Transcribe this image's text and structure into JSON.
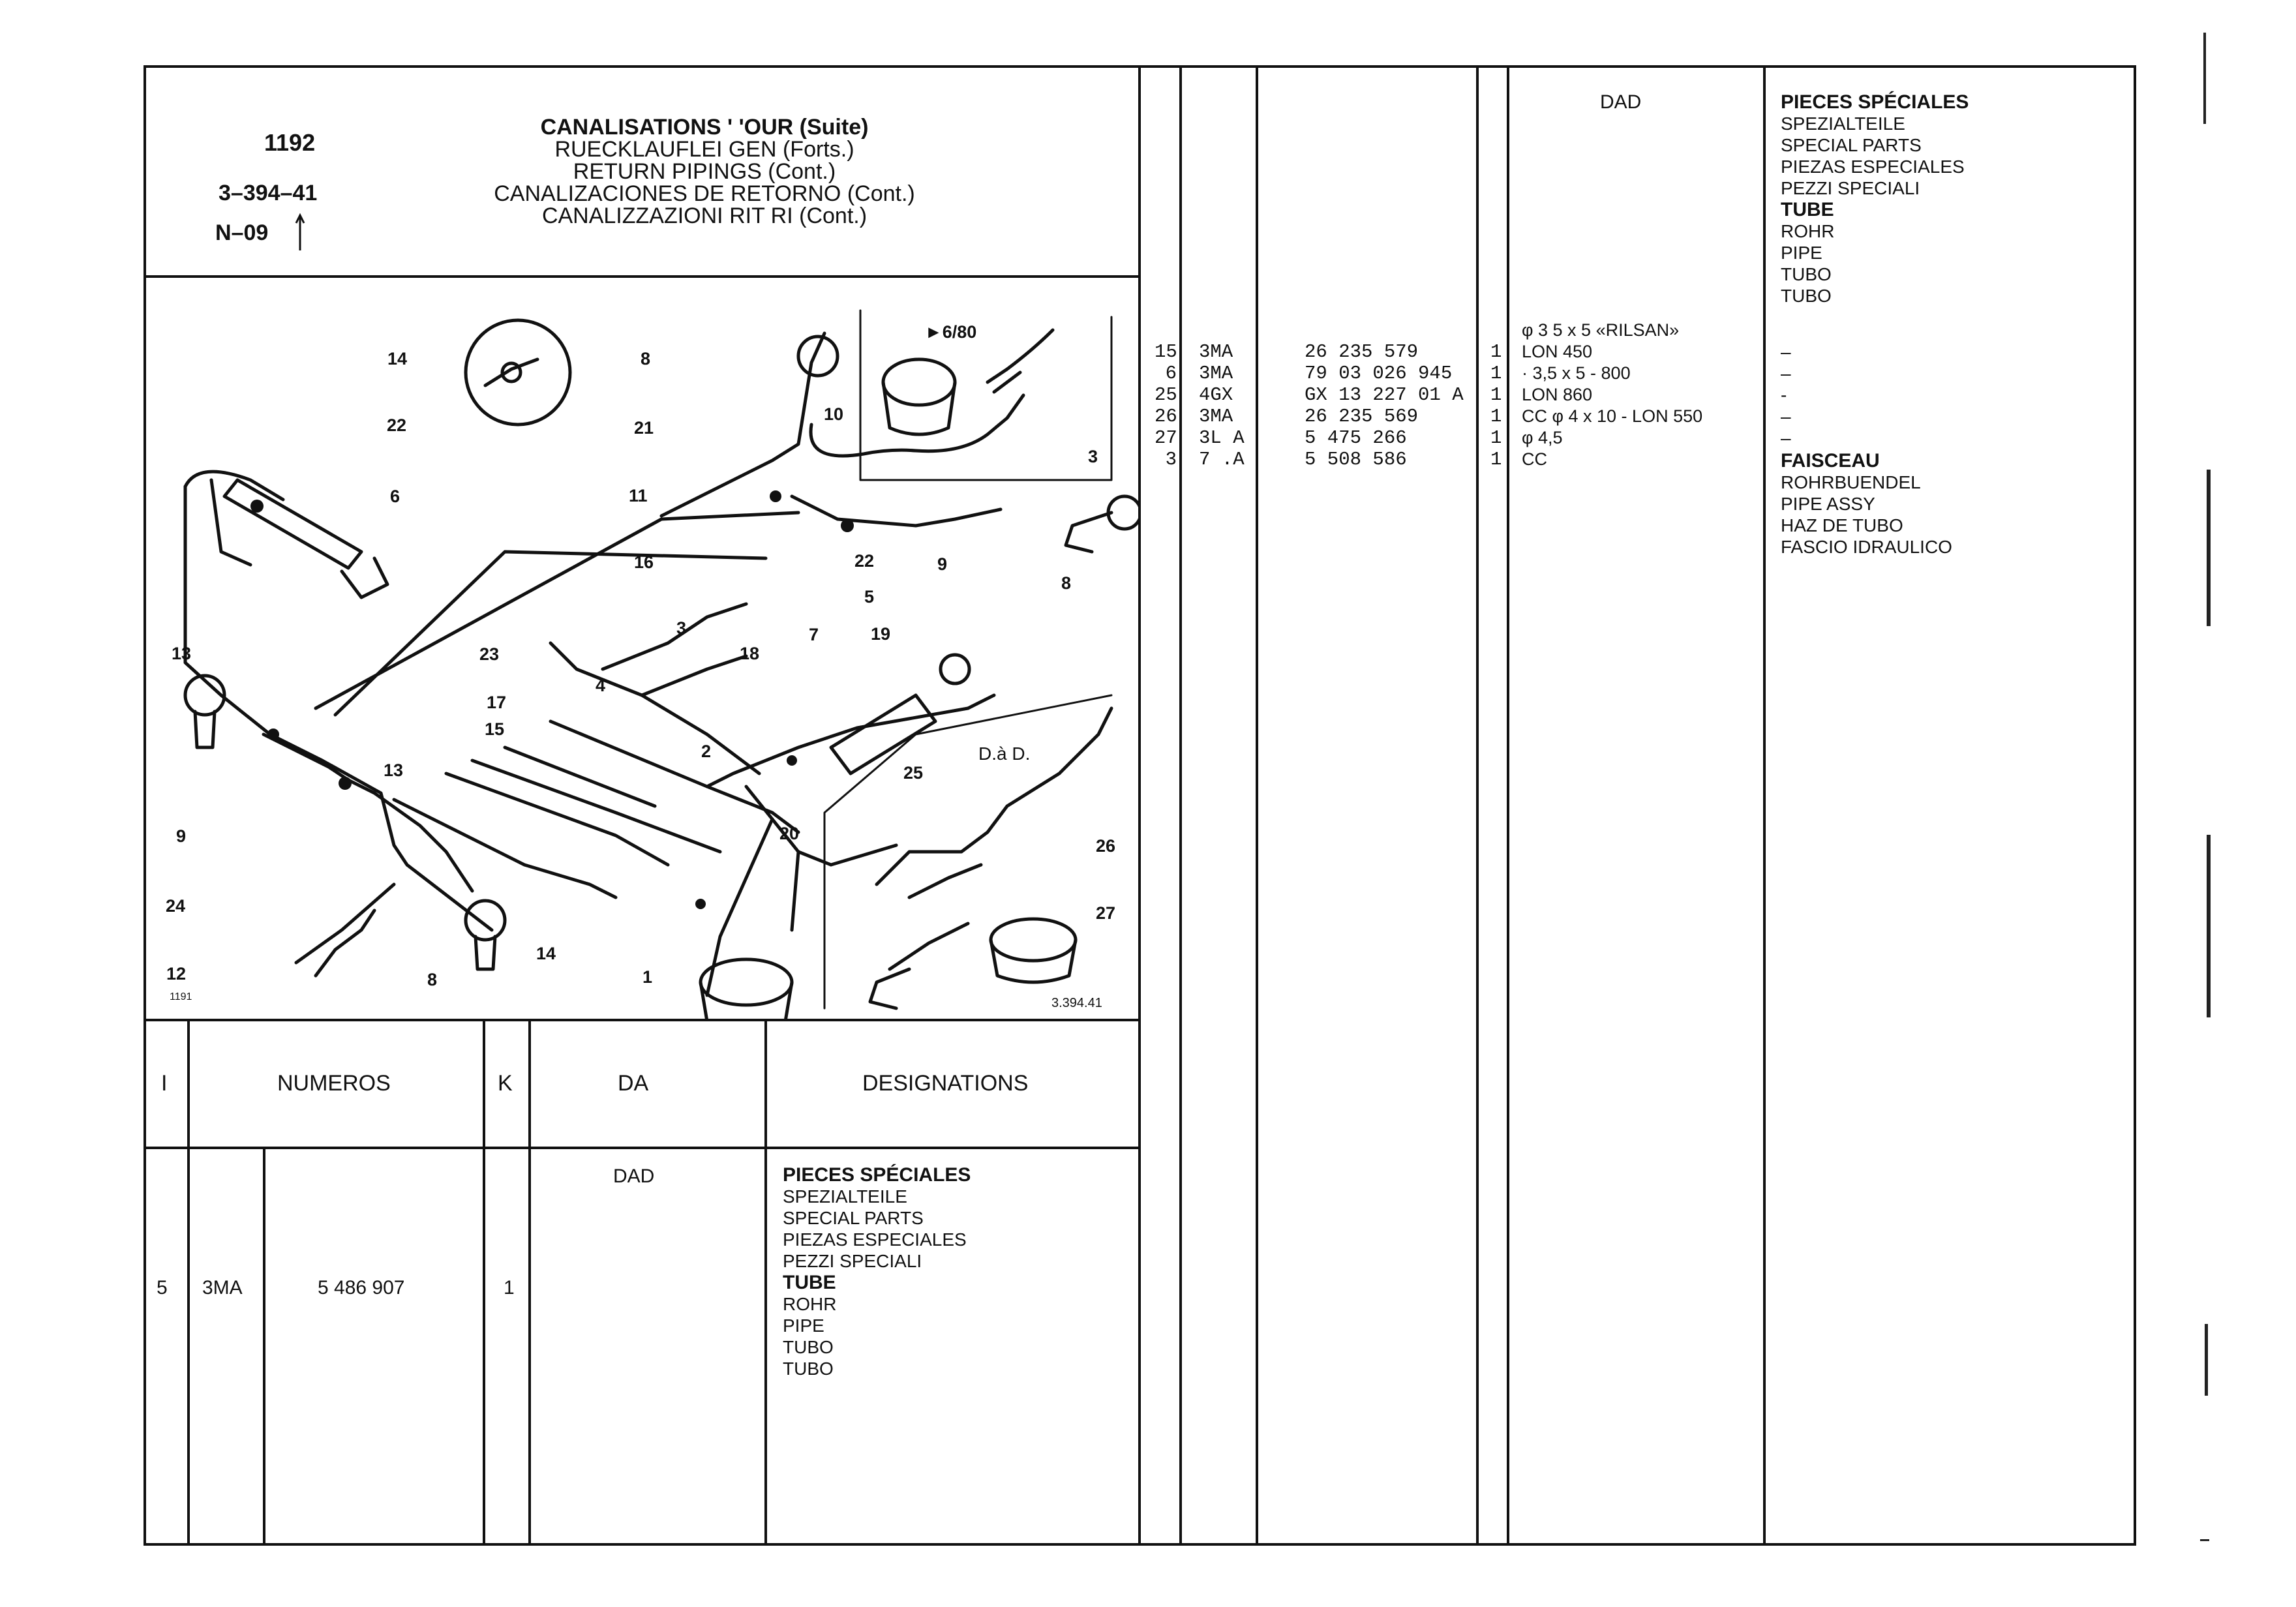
{
  "header": {
    "page_number": "1192",
    "reference": "3–394–41",
    "series": "N–09",
    "titles": [
      "CANALISATIONS '  'OUR (Suite)",
      "RUECKLAUFLEI  GEN (Forts.)",
      "RETURN PIPINGS (Cont.)",
      "CANALIZACIONES DE RETORNO (Cont.)",
      "CANALIZZAZIONI RIT  RI  (Cont.)"
    ]
  },
  "diagram": {
    "inset_label": "►6/80",
    "dad_label": "D.à D.",
    "figure_number": "1191",
    "drawing_ref": "3.394.41",
    "callouts": [
      "14",
      "22",
      "6",
      "8",
      "21",
      "10",
      "3",
      "11",
      "16",
      "22",
      "9",
      "8",
      "5",
      "3",
      "18",
      "7",
      "19",
      "23",
      "4",
      "17",
      "15",
      "13",
      "13",
      "9",
      "2",
      "20",
      "24",
      "14",
      "12",
      "8",
      "1",
      "25",
      "26",
      "27"
    ]
  },
  "columns": {
    "i": "I",
    "numeros": "NUMEROS",
    "k": "K",
    "da": "DA",
    "designations": "DESIGNATIONS"
  },
  "left_row": {
    "index": "5",
    "code": "3MA",
    "number": "5 486 907",
    "qty": "1",
    "da": "DAD",
    "designations": [
      {
        "text": "PIECES SPÉCIALES",
        "bold": true
      },
      {
        "text": "SPEZIALTEILE",
        "bold": false
      },
      {
        "text": "SPECIAL PARTS",
        "bold": false
      },
      {
        "text": "PIEZAS ESPECIALES",
        "bold": false
      },
      {
        "text": "PEZZI SPECIALI",
        "bold": false
      },
      {
        "text": "TUBE",
        "bold": true
      },
      {
        "text": "ROHR",
        "bold": false
      },
      {
        "text": "PIPE",
        "bold": false
      },
      {
        "text": "TUBO",
        "bold": false
      },
      {
        "text": "TUBO",
        "bold": false
      }
    ]
  },
  "right_table": {
    "da_header": "DAD",
    "indices": [
      "15",
      "6",
      "25",
      "26",
      "27",
      "3"
    ],
    "codes": [
      "3MA",
      "3MA",
      "4GX",
      "3MA",
      "3L A",
      "7 .A"
    ],
    "numbers": [
      "26 235 579",
      "79 03 026 945",
      "GX 13 227 01 A",
      "26 235 569",
      "5 475 266",
      "5 508 586"
    ],
    "qtys": [
      "1",
      "1",
      "1",
      "1",
      "1",
      "1"
    ],
    "da_values": [
      "φ 3 5 x 5 «RILSAN»",
      "LON 450",
      "· 3,5 x 5 - 800",
      "LON 860",
      "CC φ 4 x 10 - LON 550",
      "φ 4,5",
      "CC"
    ],
    "designations_top": [
      {
        "text": "PIECES SPÉCIALES",
        "bold": true
      },
      {
        "text": "SPEZIALTEILE",
        "bold": false
      },
      {
        "text": "SPECIAL PARTS",
        "bold": false
      },
      {
        "text": "PIEZAS ESPECIALES",
        "bold": false
      },
      {
        "text": "PEZZI SPECIALI",
        "bold": false
      },
      {
        "text": "TUBE",
        "bold": true
      },
      {
        "text": "ROHR",
        "bold": false
      },
      {
        "text": "PIPE",
        "bold": false
      },
      {
        "text": "TUBO",
        "bold": false
      },
      {
        "text": "TUBO",
        "bold": false
      }
    ],
    "dashes": [
      "–",
      "–",
      "-",
      "–",
      "–"
    ],
    "designations_bottom": [
      {
        "text": "FAISCEAU",
        "bold": true
      },
      {
        "text": "ROHRBUENDEL",
        "bold": false
      },
      {
        "text": "PIPE ASSY",
        "bold": false
      },
      {
        "text": "HAZ DE TUBO",
        "bold": false
      },
      {
        "text": "FASCIO IDRAULICO",
        "bold": false
      }
    ]
  }
}
